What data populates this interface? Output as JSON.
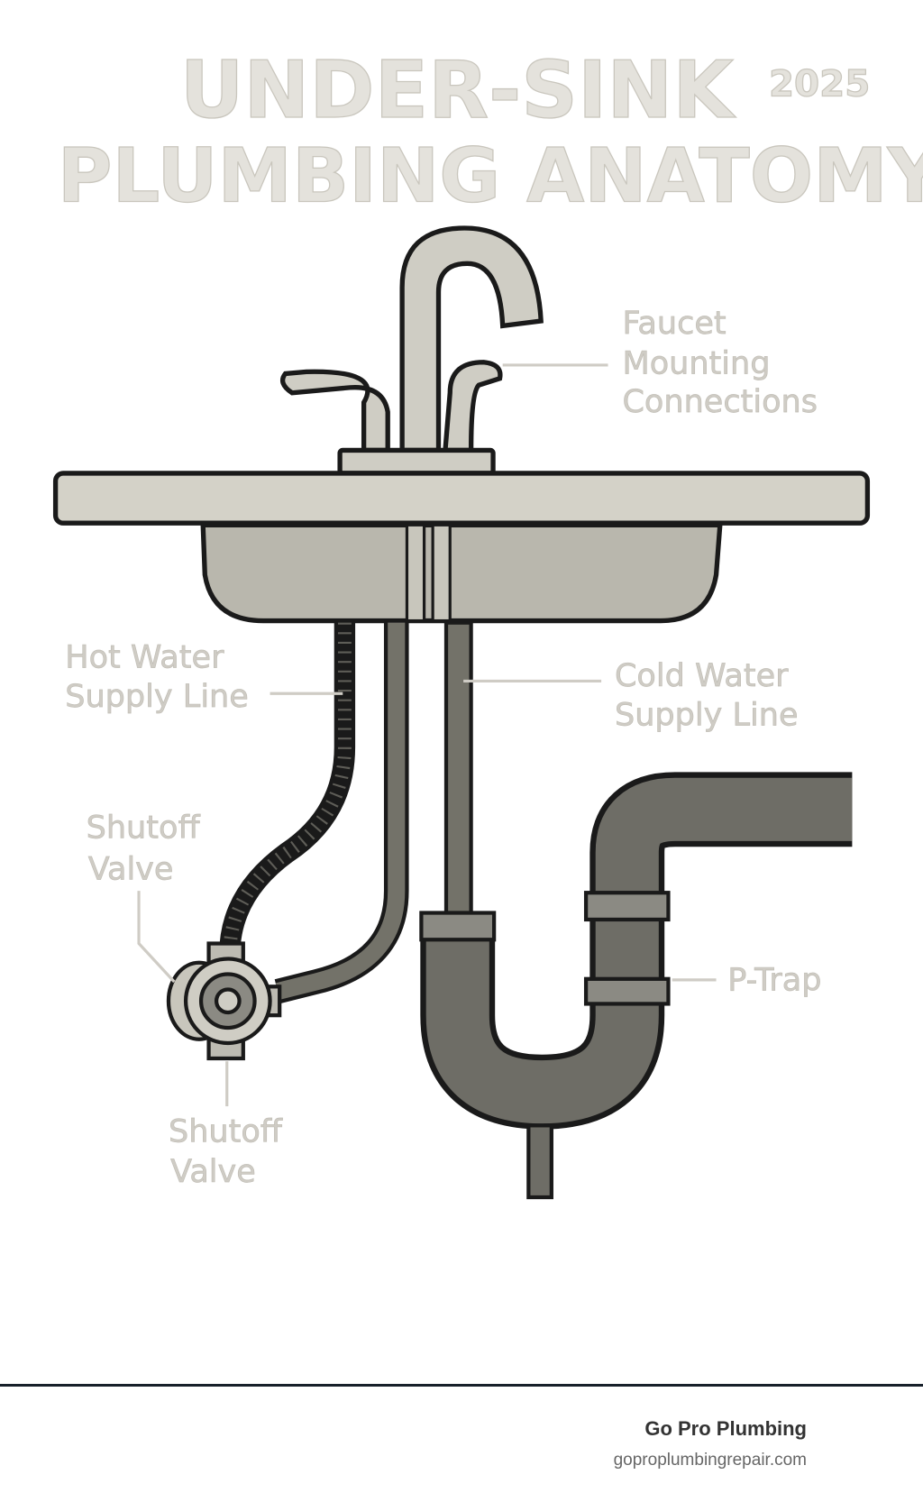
{
  "title": {
    "line1": "UNDER-SINK",
    "line2": "PLUMBING ANATOMY",
    "year": "2025"
  },
  "labels": {
    "faucet": [
      "Faucet",
      "Mounting",
      "Connections"
    ],
    "hot": [
      "Hot Water",
      "Supply Line"
    ],
    "cold": [
      "Cold Water",
      "Supply Line"
    ],
    "shutoff_upper": [
      "Shutoff",
      "Valve"
    ],
    "shutoff_lower": [
      "Shutoff",
      "Valve"
    ],
    "ptrap": "P-Trap"
  },
  "footer": {
    "brand": "Go Pro Plumbing",
    "url": "goproplumbingrepair.com"
  },
  "colors": {
    "sink": "#d4d2c8",
    "basin": "#b9b7ad",
    "pipe": "#6e6d66",
    "outline": "#1a1a1a",
    "label": "#cfccc5",
    "footer_rule": "#17202a"
  }
}
